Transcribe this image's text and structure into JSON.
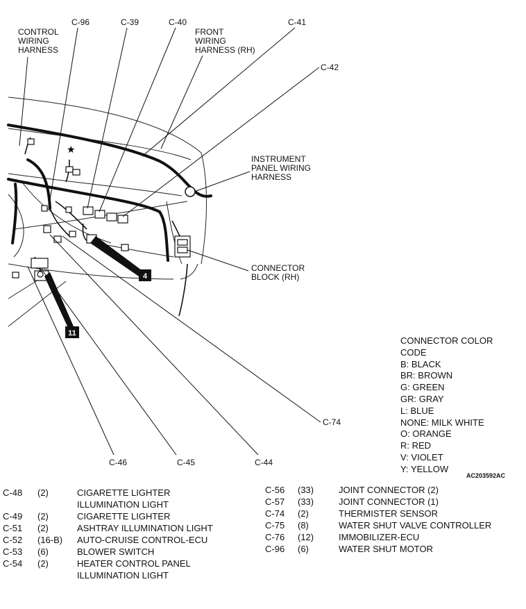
{
  "callouts": {
    "c96": "C-96",
    "c39": "C-39",
    "c40": "C-40",
    "c41": "C-41",
    "c42": "C-42",
    "c74": "C-74",
    "c46": "C-46",
    "c45": "C-45",
    "c44": "C-44"
  },
  "harness_labels": {
    "control": [
      "CONTROL",
      "WIRING",
      "HARNESS"
    ],
    "front": [
      "FRONT",
      "WIRING",
      "HARNESS (RH)"
    ],
    "instrument": [
      "INSTRUMENT",
      "PANEL WIRING",
      "HARNESS"
    ],
    "connector_block": [
      "CONNECTOR",
      "BLOCK (RH)"
    ]
  },
  "badges": {
    "b4": "4",
    "b11": "11"
  },
  "figure_code": "AC203592AC",
  "color_code": {
    "lines": [
      "CONNECTOR COLOR",
      "CODE",
      "B: BLACK",
      "BR: BROWN",
      "G: GREEN",
      "GR: GRAY",
      "L: BLUE",
      "NONE: MILK WHITE",
      "O: ORANGE",
      "R: RED",
      "V: VIOLET",
      "Y: YELLOW"
    ]
  },
  "connector_list_left": [
    {
      "id": "C-48",
      "pins": "(2)",
      "name": "CIGARETTE LIGHTER"
    },
    {
      "id": "",
      "pins": "",
      "name": "ILLUMINATION LIGHT"
    },
    {
      "id": "C-49",
      "pins": "(2)",
      "name": "CIGARETTE LIGHTER"
    },
    {
      "id": "C-51",
      "pins": "(2)",
      "name": "ASHTRAY ILLUMINATION LIGHT"
    },
    {
      "id": "C-52",
      "pins": "(16-B)",
      "name": "AUTO-CRUISE CONTROL-ECU"
    },
    {
      "id": "C-53",
      "pins": "(6)",
      "name": "BLOWER SWITCH"
    },
    {
      "id": "C-54",
      "pins": "(2)",
      "name": "HEATER CONTROL PANEL"
    },
    {
      "id": "",
      "pins": "",
      "name": "ILLUMINATION LIGHT"
    }
  ],
  "connector_list_right": [
    {
      "id": "C-56",
      "pins": "(33)",
      "name": "JOINT CONNECTOR (2)"
    },
    {
      "id": "C-57",
      "pins": "(33)",
      "name": "JOINT CONNECTOR (1)"
    },
    {
      "id": "C-74",
      "pins": "(2)",
      "name": "THERMISTER SENSOR"
    },
    {
      "id": "C-75",
      "pins": "(8)",
      "name": "WATER SHUT VALVE CONTROLLER"
    },
    {
      "id": "C-76",
      "pins": "(12)",
      "name": "IMMOBILIZER-ECU"
    },
    {
      "id": "C-96",
      "pins": "(6)",
      "name": "WATER SHUT MOTOR"
    }
  ]
}
